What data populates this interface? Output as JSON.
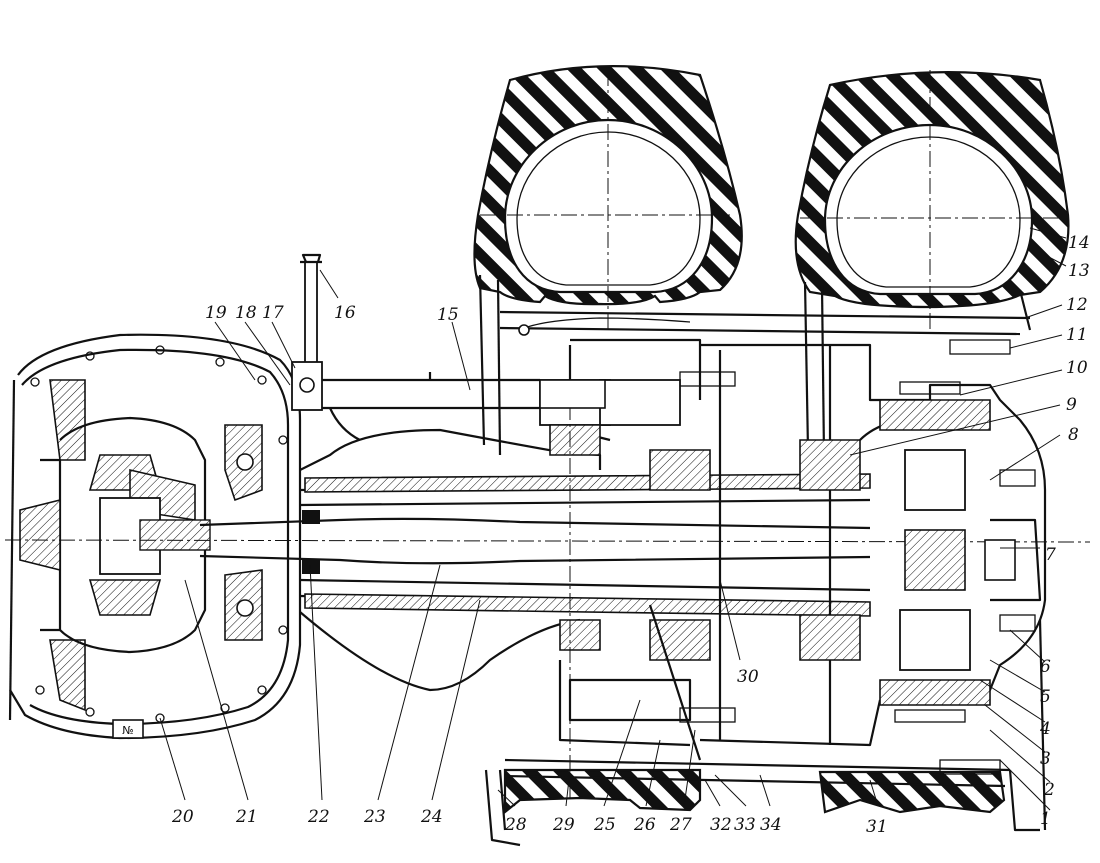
{
  "diagram": {
    "callouts": [
      {
        "id": "1",
        "text": "1"
      },
      {
        "id": "2",
        "text": "2"
      },
      {
        "id": "3",
        "text": "3"
      },
      {
        "id": "4",
        "text": "4"
      },
      {
        "id": "5",
        "text": "5"
      },
      {
        "id": "6",
        "text": "6"
      },
      {
        "id": "7",
        "text": "7"
      },
      {
        "id": "8",
        "text": "8"
      },
      {
        "id": "9",
        "text": "9"
      },
      {
        "id": "10",
        "text": "10"
      },
      {
        "id": "11",
        "text": "11"
      },
      {
        "id": "12",
        "text": "12"
      },
      {
        "id": "13",
        "text": "13"
      },
      {
        "id": "14",
        "text": "14"
      },
      {
        "id": "15",
        "text": "15"
      },
      {
        "id": "16",
        "text": "16"
      },
      {
        "id": "17",
        "text": "17"
      },
      {
        "id": "18",
        "text": "18"
      },
      {
        "id": "19",
        "text": "19"
      },
      {
        "id": "20",
        "text": "20"
      },
      {
        "id": "21",
        "text": "21"
      },
      {
        "id": "22",
        "text": "22"
      },
      {
        "id": "23",
        "text": "23"
      },
      {
        "id": "24",
        "text": "24"
      },
      {
        "id": "25",
        "text": "25"
      },
      {
        "id": "26",
        "text": "26"
      },
      {
        "id": "27",
        "text": "27"
      },
      {
        "id": "28",
        "text": "28"
      },
      {
        "id": "29",
        "text": "29"
      },
      {
        "id": "30",
        "text": "30"
      },
      {
        "id": "31",
        "text": "31"
      },
      {
        "id": "32",
        "text": "32"
      },
      {
        "id": "33",
        "text": "33"
      },
      {
        "id": "34",
        "text": "34"
      }
    ]
  }
}
